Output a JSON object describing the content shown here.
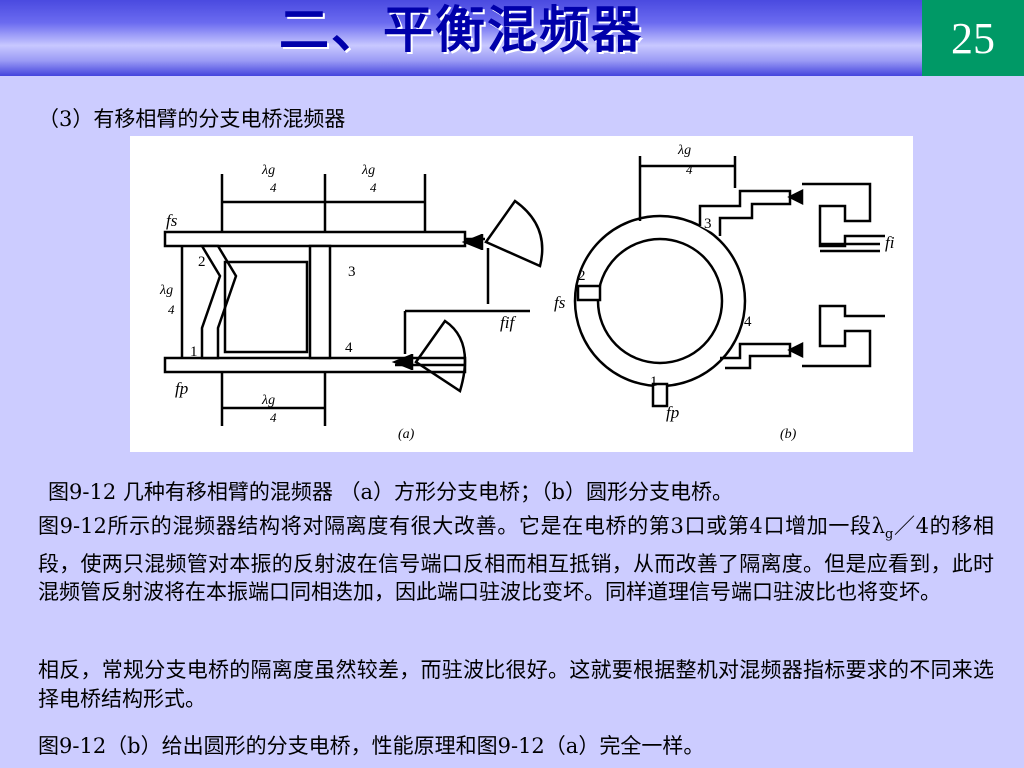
{
  "slide": {
    "title": "二、平衡混频器",
    "page_number": "25",
    "subtitle": "（3）有移相臂的分支电桥混频器",
    "caption": "图9-12  几种有移相臂的混频器 （a）方形分支电桥；（b）圆形分支电桥。",
    "para1_a": "图9-12所示的混频器结构将对隔离度有很大改善。它是在电桥的第3口或第4口增加一段λ",
    "para1_sub": "g",
    "para1_b": "／4的移相段，使两只混频管对本振的反射波在信号端口反相而相互抵销，从而改善了隔离度。但是应看到，此时混频管反射波将在本振端口同相迭加，因此端口驻波比变坏。同样道理信号端口驻波比也将变坏。",
    "para2": "相反，常规分支电桥的隔离度虽然较差，而驻波比很好。这就要根据整机对混频器指标要求的不同来选择电桥结构形式。",
    "para3": "图9-12（b）给出圆形的分支电桥，性能原理和图9-12（a）完全一样。"
  },
  "figure": {
    "a": {
      "lambda_num": "λg",
      "lambda_den": "4",
      "port_fs": "fs",
      "port_fp": "fp",
      "port_fif": "fif",
      "port_1": "1",
      "port_2": "2",
      "port_3": "3",
      "port_4": "4",
      "panel_label": "(a)"
    },
    "b": {
      "lambda_num": "λg",
      "lambda_den": "4",
      "port_fs": "fs",
      "port_fp": "fp",
      "port_fi": "fi",
      "port_1": "1",
      "port_2": "2",
      "port_3": "3",
      "port_4": "4",
      "panel_label": "(b)"
    }
  },
  "colors": {
    "background": "#ccccff",
    "title_text": "#0000aa",
    "page_box": "#009966"
  }
}
